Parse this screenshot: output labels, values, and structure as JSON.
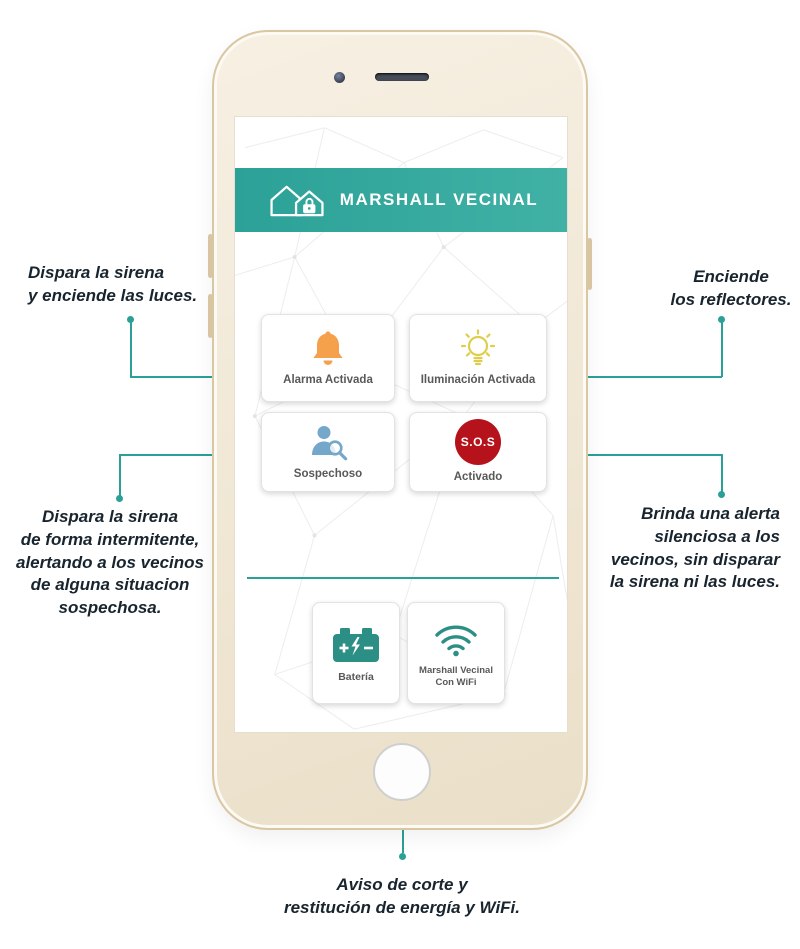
{
  "app": {
    "title": "MARSHALL VECINAL"
  },
  "tiles": {
    "alarma": {
      "label": "Alarma Activada",
      "icon": "bell-icon",
      "color": "#F5A14C"
    },
    "iluminacion": {
      "label": "Iluminación Activada",
      "icon": "lightbulb-icon",
      "color": "#DECE4B"
    },
    "sospechoso": {
      "label": "Sospechoso",
      "icon": "suspect-search-icon",
      "color": "#74A7C9"
    },
    "sos": {
      "icon_text": "S.O.S",
      "label": "Activado",
      "icon": "sos-circle-icon",
      "color": "#B5121B"
    },
    "bateria": {
      "label": "Batería",
      "icon": "battery-icon",
      "color": "#2B8F85"
    },
    "wifi": {
      "label": "Marshall Vecinal\nCon WiFi",
      "icon": "wifi-icon",
      "color": "#2B8F85"
    }
  },
  "annotations": {
    "alarma": "Dispara la sirena\ny enciende las luces.",
    "iluminacion": "Enciende\nlos reflectores.",
    "sospechoso": "Dispara la sirena\nde forma intermitente,\nalertando a los vecinos\nde alguna situacion\nsospechosa.",
    "sos": "Brinda una alerta\nsilenciosa a los\nvecinos, sin disparar\nla sirena ni las luces.",
    "energia": "Aviso de corte y\nrestitución de energía y WiFi."
  },
  "colors": {
    "teal_header": "#2BA197",
    "callout_line": "#2AA096",
    "annotation_text": "#18242E",
    "sos_red": "#B5121B",
    "bell_orange": "#F5A14C",
    "bulb_yellow": "#DECE4B",
    "suspect_blue": "#74A7C9",
    "battery_teal": "#2B8F85",
    "phone_frame_gold": "#D9C7A4"
  }
}
